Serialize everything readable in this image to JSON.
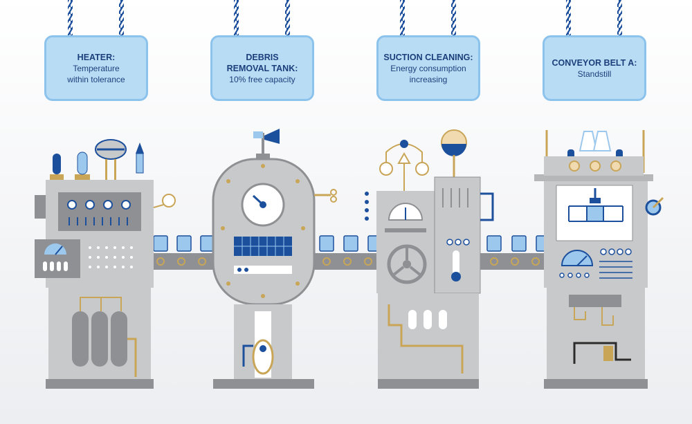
{
  "signs": [
    {
      "title": "HEATER:",
      "lines": [
        "Temperature",
        "within tolerance"
      ]
    },
    {
      "title": "DEBRIS\nREMOVAL TANK:",
      "lines": [
        "10% free capacity"
      ]
    },
    {
      "title": "SUCTION CLEANING:",
      "lines": [
        "Energy consumption",
        "increasing"
      ]
    },
    {
      "title": "CONVEYOR BELT A:",
      "lines": [
        "Standstill"
      ]
    }
  ],
  "colors": {
    "sign_fill": "#b9dcf5",
    "sign_border": "#8cc3ec",
    "sign_text": "#1a3f7a",
    "machine_gray": "#c8c9cb",
    "machine_dark": "#8e9093",
    "accent_blue": "#1c4f9c",
    "light_blue": "#9cc8ee",
    "gold": "#c9a557"
  },
  "icons": [
    "gauge-icon",
    "clock-icon",
    "steering-wheel-icon",
    "thermometer-icon",
    "megaphone-icon",
    "gear-icon"
  ]
}
